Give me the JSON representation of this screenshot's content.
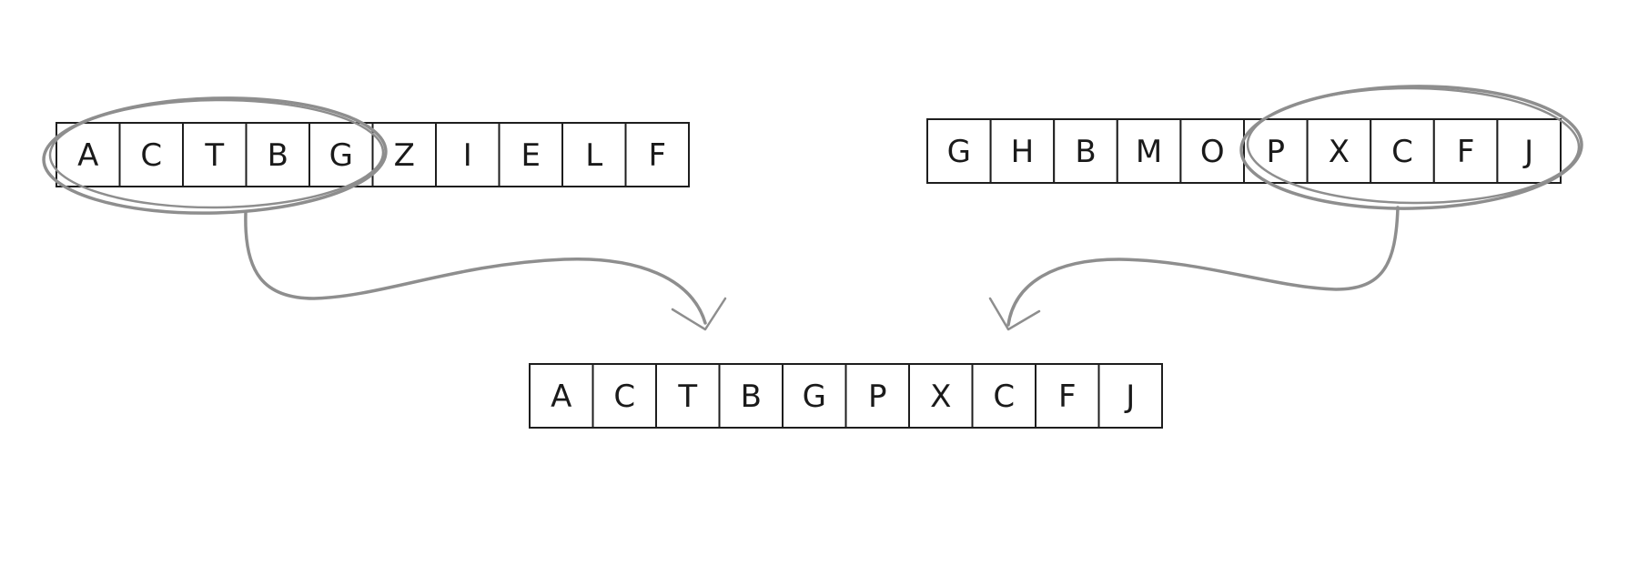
{
  "diagram": {
    "parent_left": {
      "cells": [
        "A",
        "C",
        "T",
        "B",
        "G",
        "Z",
        "I",
        "E",
        "L",
        "F"
      ],
      "selected_range": [
        0,
        4
      ]
    },
    "parent_right": {
      "cells": [
        "G",
        "H",
        "B",
        "M",
        "O",
        "P",
        "X",
        "C",
        "F",
        "J"
      ],
      "selected_range": [
        5,
        9
      ]
    },
    "offspring": {
      "cells": [
        "A",
        "C",
        "T",
        "B",
        "G",
        "P",
        "X",
        "C",
        "F",
        "J"
      ]
    },
    "colors": {
      "cell_border": "#1e1e1e",
      "sketch_stroke": "#8e8e8e"
    }
  }
}
